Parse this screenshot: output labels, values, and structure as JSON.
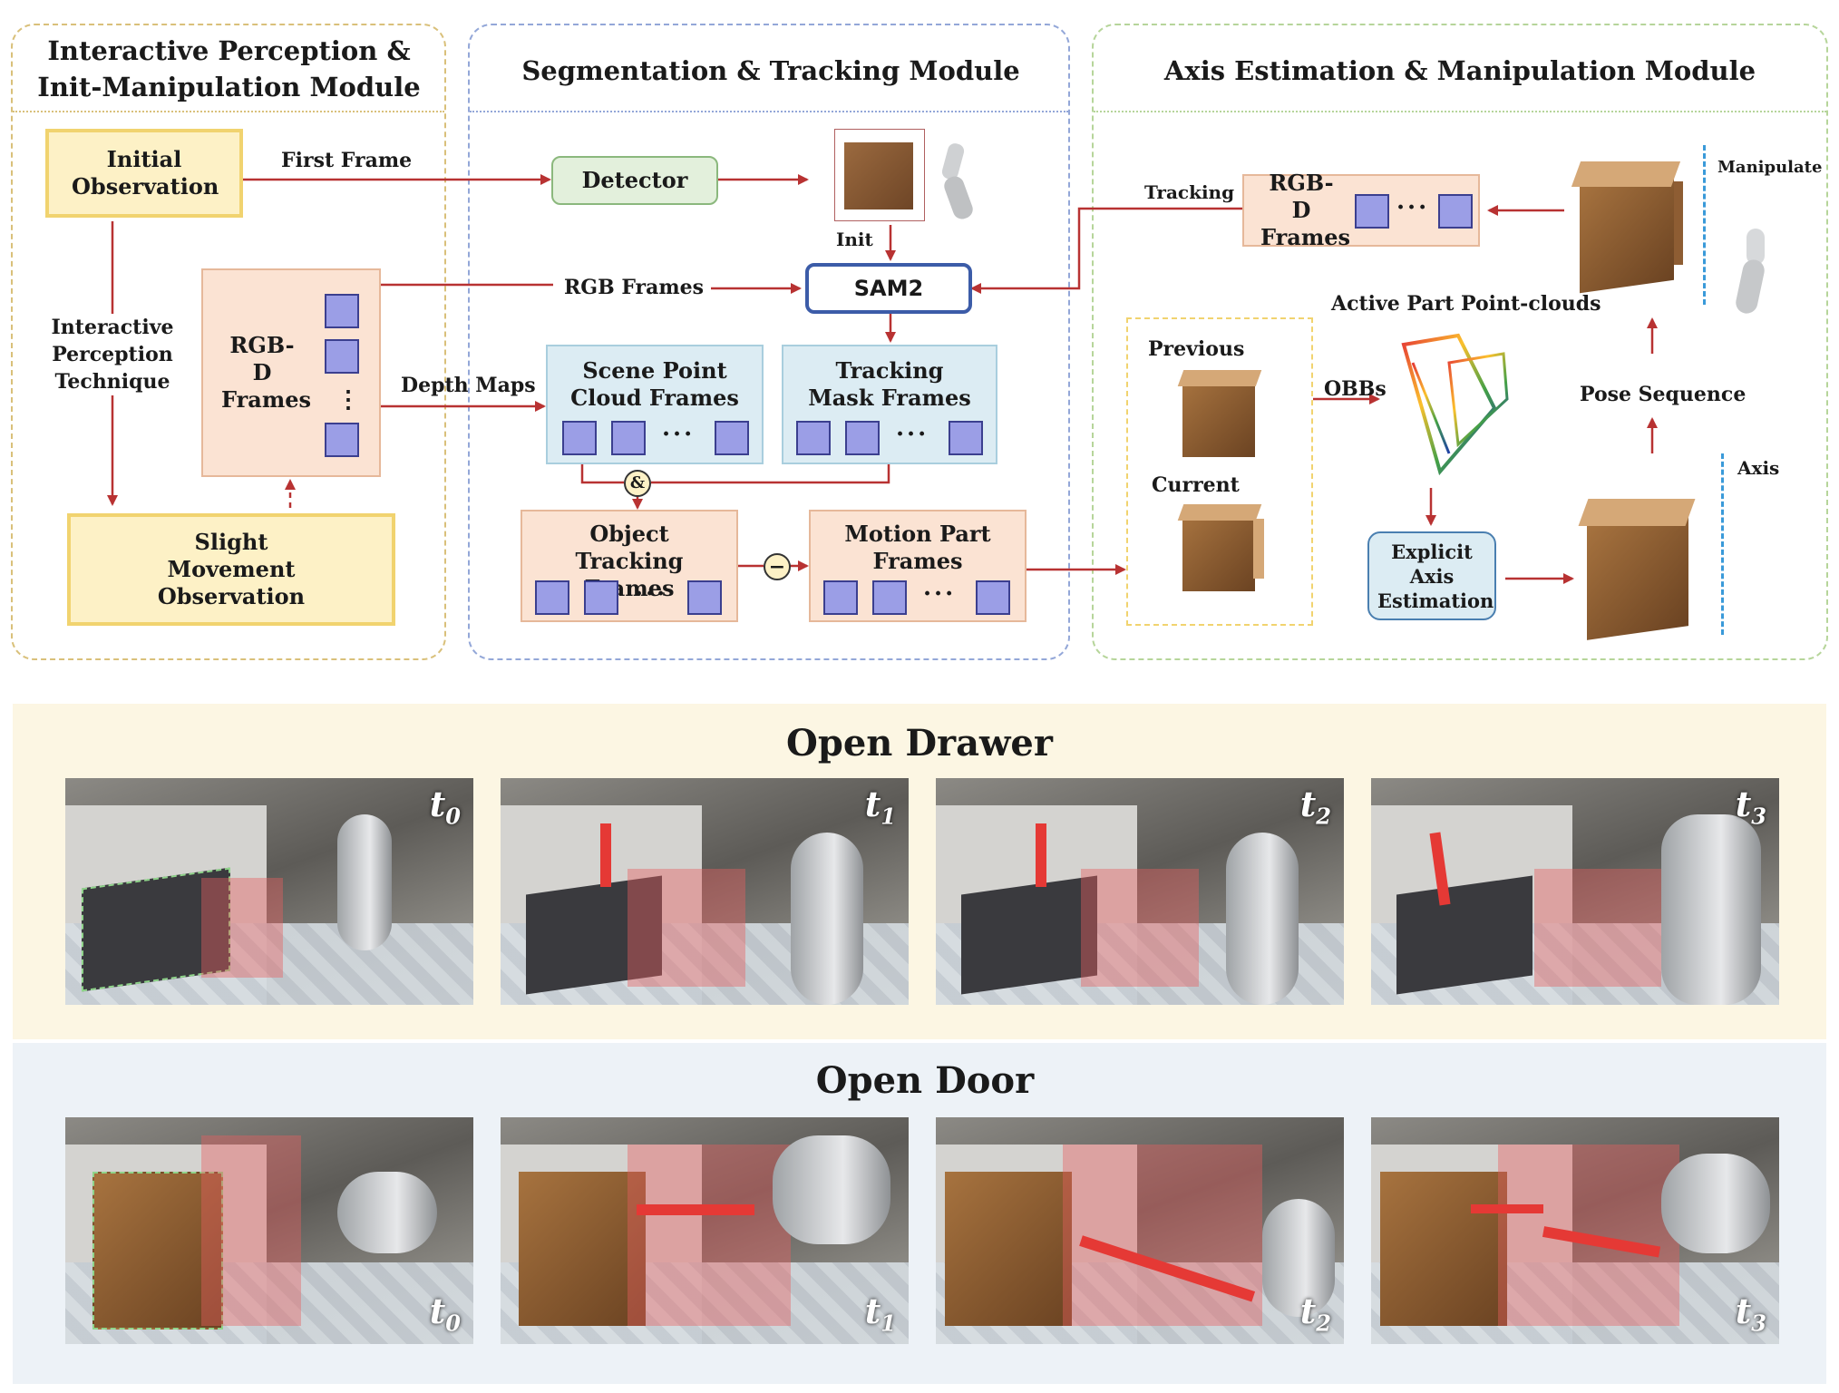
{
  "modules": {
    "m1_title": "Interactive Perception & Init-Manipulation Module",
    "m2_title": "Segmentation & Tracking Module",
    "m3_title": "Axis Estimation & Manipulation Module"
  },
  "blocks": {
    "initial_observation": "Initial Observation",
    "rgbd_frames": "RGB-D Frames",
    "slight_movement": "Slight Movement Observation",
    "detector": "Detector",
    "sam2": "SAM2",
    "scene_point_cloud": "Scene Point Cloud Frames",
    "tracking_mask": "Tracking Mask Frames",
    "object_tracking": "Object Tracking Frames",
    "motion_part": "Motion Part Frames",
    "rgbd_frames_right": "RGB-D Frames",
    "explicit_axis": "Explicit Axis Estimation"
  },
  "labels": {
    "first_frame": "First Frame",
    "interactive_technique": "Interactive Perception Technique",
    "rgb_frames": "RGB Frames",
    "depth_maps": "Depth Maps",
    "init": "Init",
    "tracking": "Tracking",
    "manipulate": "Manipulate",
    "active_part": "Active Part Point-clouds",
    "previous": "Previous",
    "current": "Current",
    "obbs": "OBBs",
    "pose_sequence": "Pose Sequence",
    "axis": "Axis",
    "and_op": "&",
    "minus_op": "−",
    "ellipsis": "···",
    "vellipsis": "⋮"
  },
  "sections": {
    "drawer_title": "Open Drawer",
    "door_title": "Open Door",
    "time_steps": [
      {
        "base": "t",
        "sub": "0"
      },
      {
        "base": "t",
        "sub": "1"
      },
      {
        "base": "t",
        "sub": "2"
      },
      {
        "base": "t",
        "sub": "3"
      }
    ]
  },
  "colors": {
    "arrow": "#b83232",
    "module1_border": "#d9c07a",
    "module2_border": "#93a7d8",
    "module3_border": "#b6d59a",
    "drawer_bg": "#fcf6e3",
    "door_bg": "#edf2f7",
    "axis_line": "#3a9ad9"
  }
}
